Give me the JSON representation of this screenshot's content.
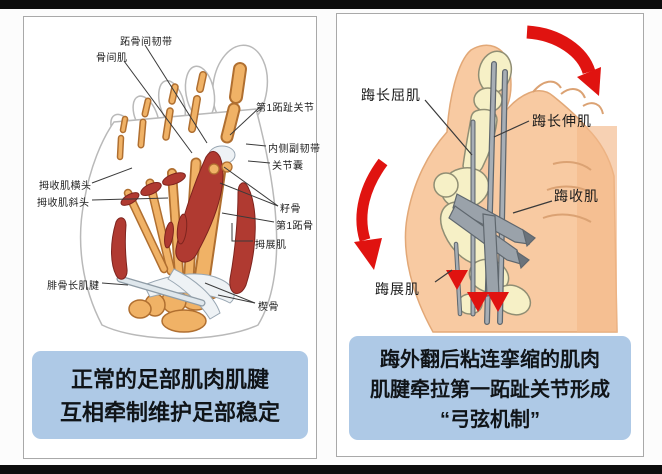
{
  "colors": {
    "caption_bg": "#aec9e6",
    "arrow_red": "#e01310",
    "muscle_red": "#b03a31",
    "bone_tan": "#f0b266",
    "bone_pale": "#f6f0c6",
    "skin": "#f8caa2",
    "letterbox": "#0d0d0d"
  },
  "left_panel": {
    "caption": {
      "line1": "正常的足部肌肉肌腱",
      "line2": "互相牵制维护足部稳定"
    },
    "labels": [
      {
        "id": "intermetatarsal-ligament",
        "text": "跖骨间韧带"
      },
      {
        "id": "interossei",
        "text": "骨间肌"
      },
      {
        "id": "first-mtp-joint",
        "text": "第1跖趾关节"
      },
      {
        "id": "medial-collateral-ligament",
        "text": "内侧副韧带"
      },
      {
        "id": "joint-capsule",
        "text": "关节囊"
      },
      {
        "id": "sesamoid",
        "text": "籽骨"
      },
      {
        "id": "first-metatarsal",
        "text": "第1跖骨"
      },
      {
        "id": "adductor-hallucis-transverse-head",
        "text": "拇收肌横头"
      },
      {
        "id": "adductor-hallucis-oblique-head",
        "text": "拇收肌斜头"
      },
      {
        "id": "peroneus-longus-tendon",
        "text": "腓骨长肌腱"
      },
      {
        "id": "abductor-hallucis",
        "text": "拇展肌"
      },
      {
        "id": "cuneiform",
        "text": "楔骨"
      }
    ]
  },
  "right_panel": {
    "caption": {
      "line1": "踇外翻后粘连挛缩的肌肉",
      "line2": "肌腱牵拉第一跖趾关节形成",
      "line3": "“弓弦机制”"
    },
    "labels": [
      {
        "id": "flexor-hallucis-longus",
        "text": "踇长屈肌"
      },
      {
        "id": "extensor-hallucis-longus",
        "text": "踇长伸肌"
      },
      {
        "id": "adductor-hallucis",
        "text": "踇收肌"
      },
      {
        "id": "abductor-hallucis",
        "text": "踇展肌"
      }
    ]
  }
}
